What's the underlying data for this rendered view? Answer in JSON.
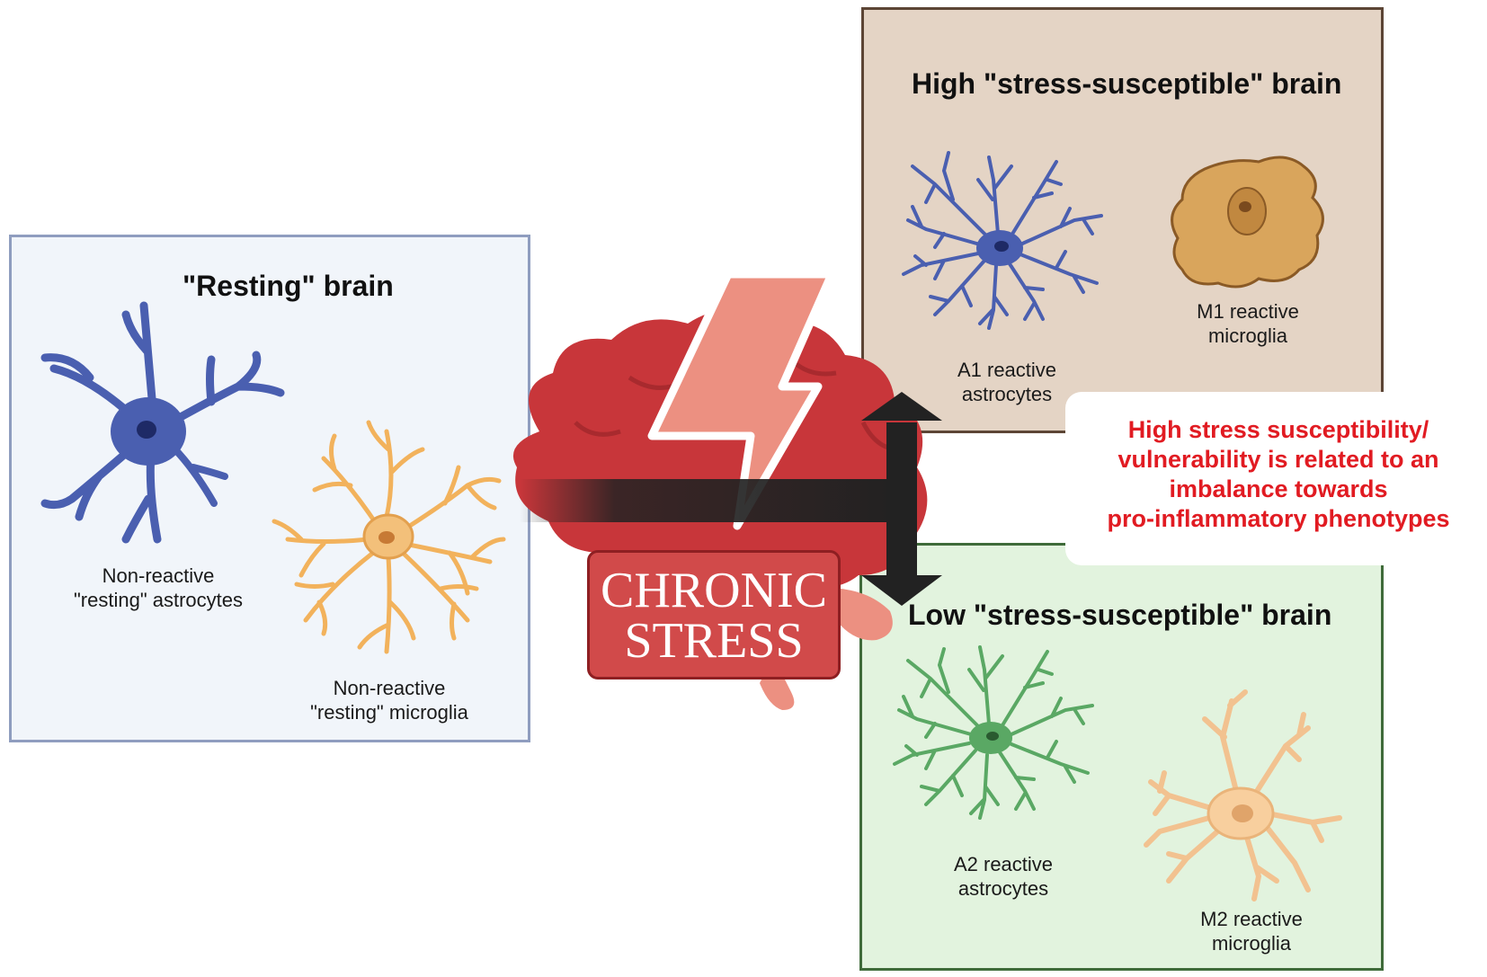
{
  "panels": {
    "resting": {
      "title": "\"Resting\" brain",
      "astrocytes_label": [
        "Non-reactive",
        "\"resting\" astrocytes"
      ],
      "microglia_label": [
        "Non-reactive",
        "\"resting\" microglia"
      ]
    },
    "high": {
      "title": "High \"stress-susceptible\" brain",
      "astrocytes_label": [
        "A1 reactive",
        "astrocytes"
      ],
      "microglia_label": [
        "M1 reactive",
        "microglia"
      ]
    },
    "low": {
      "title": "Low \"stress-susceptible\" brain",
      "astrocytes_label": [
        "A2 reactive",
        "astrocytes"
      ],
      "microglia_label": [
        "M2 reactive",
        "microglia"
      ]
    }
  },
  "center": {
    "stress_label": [
      "CHRONIC",
      "STRESS"
    ]
  },
  "callout": {
    "lines": [
      "High stress susceptibility/",
      "vulnerability is related to an",
      "imbalance towards",
      "pro-inflammatory phenotypes"
    ]
  },
  "colors": {
    "resting_astro": "#4a5fb0",
    "resting_micro": "#f2b25c",
    "a1_astro": "#4a5fb0",
    "m1_micro": "#d9a55c",
    "a2_astro": "#5aa864",
    "m2_micro": "#f7c68f",
    "brain": "#c8363a",
    "bolt": "#ec9081",
    "callout_text": "#e11b22"
  }
}
